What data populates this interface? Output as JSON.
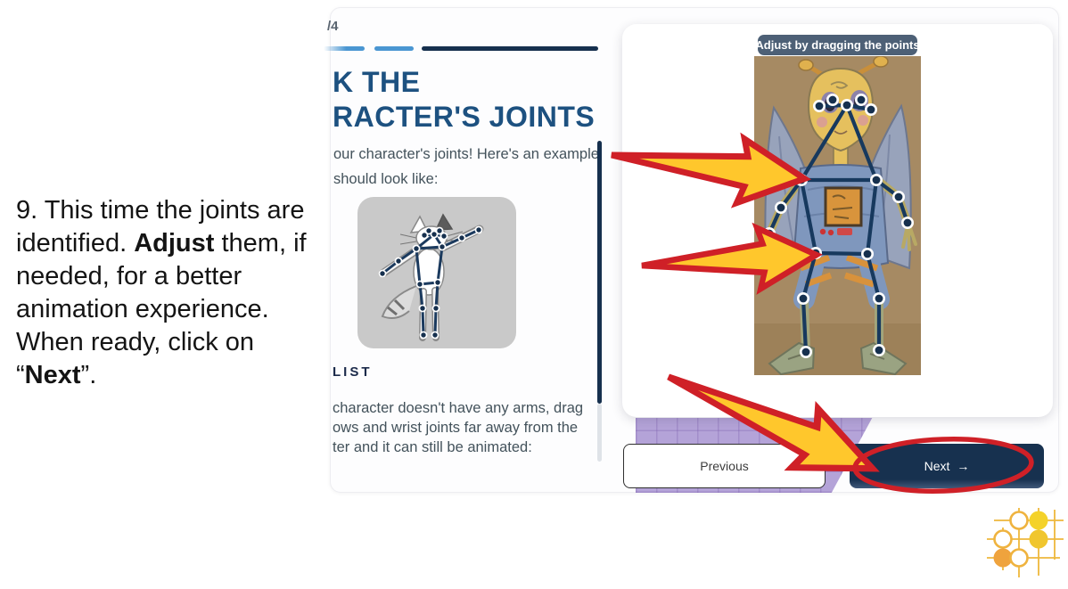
{
  "caption": {
    "segments": [
      {
        "text": "9. This time the joints are identified. ",
        "bold": false
      },
      {
        "text": "Adjust",
        "bold": true
      },
      {
        "text": " them, if needed, for a better animation experience. When ready, click on “",
        "bold": false
      },
      {
        "text": "Next",
        "bold": true
      },
      {
        "text": "”.",
        "bold": false
      }
    ]
  },
  "app": {
    "step_indicator": "/4",
    "title_lines": [
      "K THE",
      "RACTER'S JOINTS"
    ],
    "intro_lines": [
      "our character's joints! Here's an example",
      "should look like:"
    ],
    "checklist_heading": "LIST",
    "checklist_lines": [
      "character doesn't have any arms, drag",
      "ows and wrist joints far away from the",
      "ter and it can still be animated:"
    ],
    "tooltip": "Adjust by dragging the points",
    "buttons": {
      "previous_label": "Previous",
      "next_label": "Next",
      "next_arrow_icon": "→"
    }
  },
  "colors": {
    "accent_navy": "#16304E",
    "progress_blue": "#4A96D2",
    "title_navy": "#1D5180",
    "tooltip_slate": "#4D6076",
    "purple_grid": "#B4A3D8",
    "annotation_yellow": "#FFC72C",
    "annotation_red": "#CF2027",
    "logo_yellow": "#F4D22A",
    "logo_orange": "#EFA33D"
  }
}
